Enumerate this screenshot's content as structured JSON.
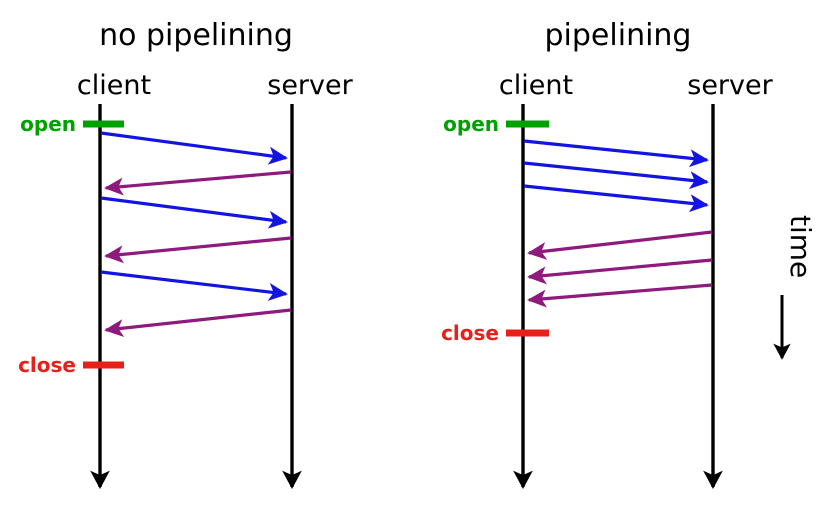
{
  "diagram": {
    "title_left": "no pipelining",
    "title_right": "pipelining",
    "time_axis_label": "time",
    "colors": {
      "request": "#1414e0",
      "response": "#8e1a7d",
      "open": "#00a000",
      "close": "#e8201a",
      "lifeline": "#000000",
      "background": "#ffffff"
    },
    "panels": [
      {
        "id": "no-pipelining",
        "title": "no pipelining",
        "actors": [
          {
            "id": "client",
            "label": "client"
          },
          {
            "id": "server",
            "label": "server"
          }
        ],
        "events": [
          {
            "id": "open",
            "label": "open",
            "color": "#00a000"
          },
          {
            "id": "close",
            "label": "close",
            "color": "#e8201a"
          }
        ],
        "messages": [
          {
            "index": 1,
            "direction": "client-to-server",
            "kind": "request"
          },
          {
            "index": 2,
            "direction": "server-to-client",
            "kind": "response"
          },
          {
            "index": 3,
            "direction": "client-to-server",
            "kind": "request"
          },
          {
            "index": 4,
            "direction": "server-to-client",
            "kind": "response"
          },
          {
            "index": 5,
            "direction": "client-to-server",
            "kind": "request"
          },
          {
            "index": 6,
            "direction": "server-to-client",
            "kind": "response"
          }
        ]
      },
      {
        "id": "pipelining",
        "title": "pipelining",
        "actors": [
          {
            "id": "client",
            "label": "client"
          },
          {
            "id": "server",
            "label": "server"
          }
        ],
        "events": [
          {
            "id": "open",
            "label": "open",
            "color": "#00a000"
          },
          {
            "id": "close",
            "label": "close",
            "color": "#e8201a"
          }
        ],
        "messages": [
          {
            "index": 1,
            "direction": "client-to-server",
            "kind": "request"
          },
          {
            "index": 2,
            "direction": "client-to-server",
            "kind": "request"
          },
          {
            "index": 3,
            "direction": "client-to-server",
            "kind": "request"
          },
          {
            "index": 4,
            "direction": "server-to-client",
            "kind": "response"
          },
          {
            "index": 5,
            "direction": "server-to-client",
            "kind": "response"
          },
          {
            "index": 6,
            "direction": "server-to-client",
            "kind": "response"
          }
        ]
      }
    ]
  }
}
